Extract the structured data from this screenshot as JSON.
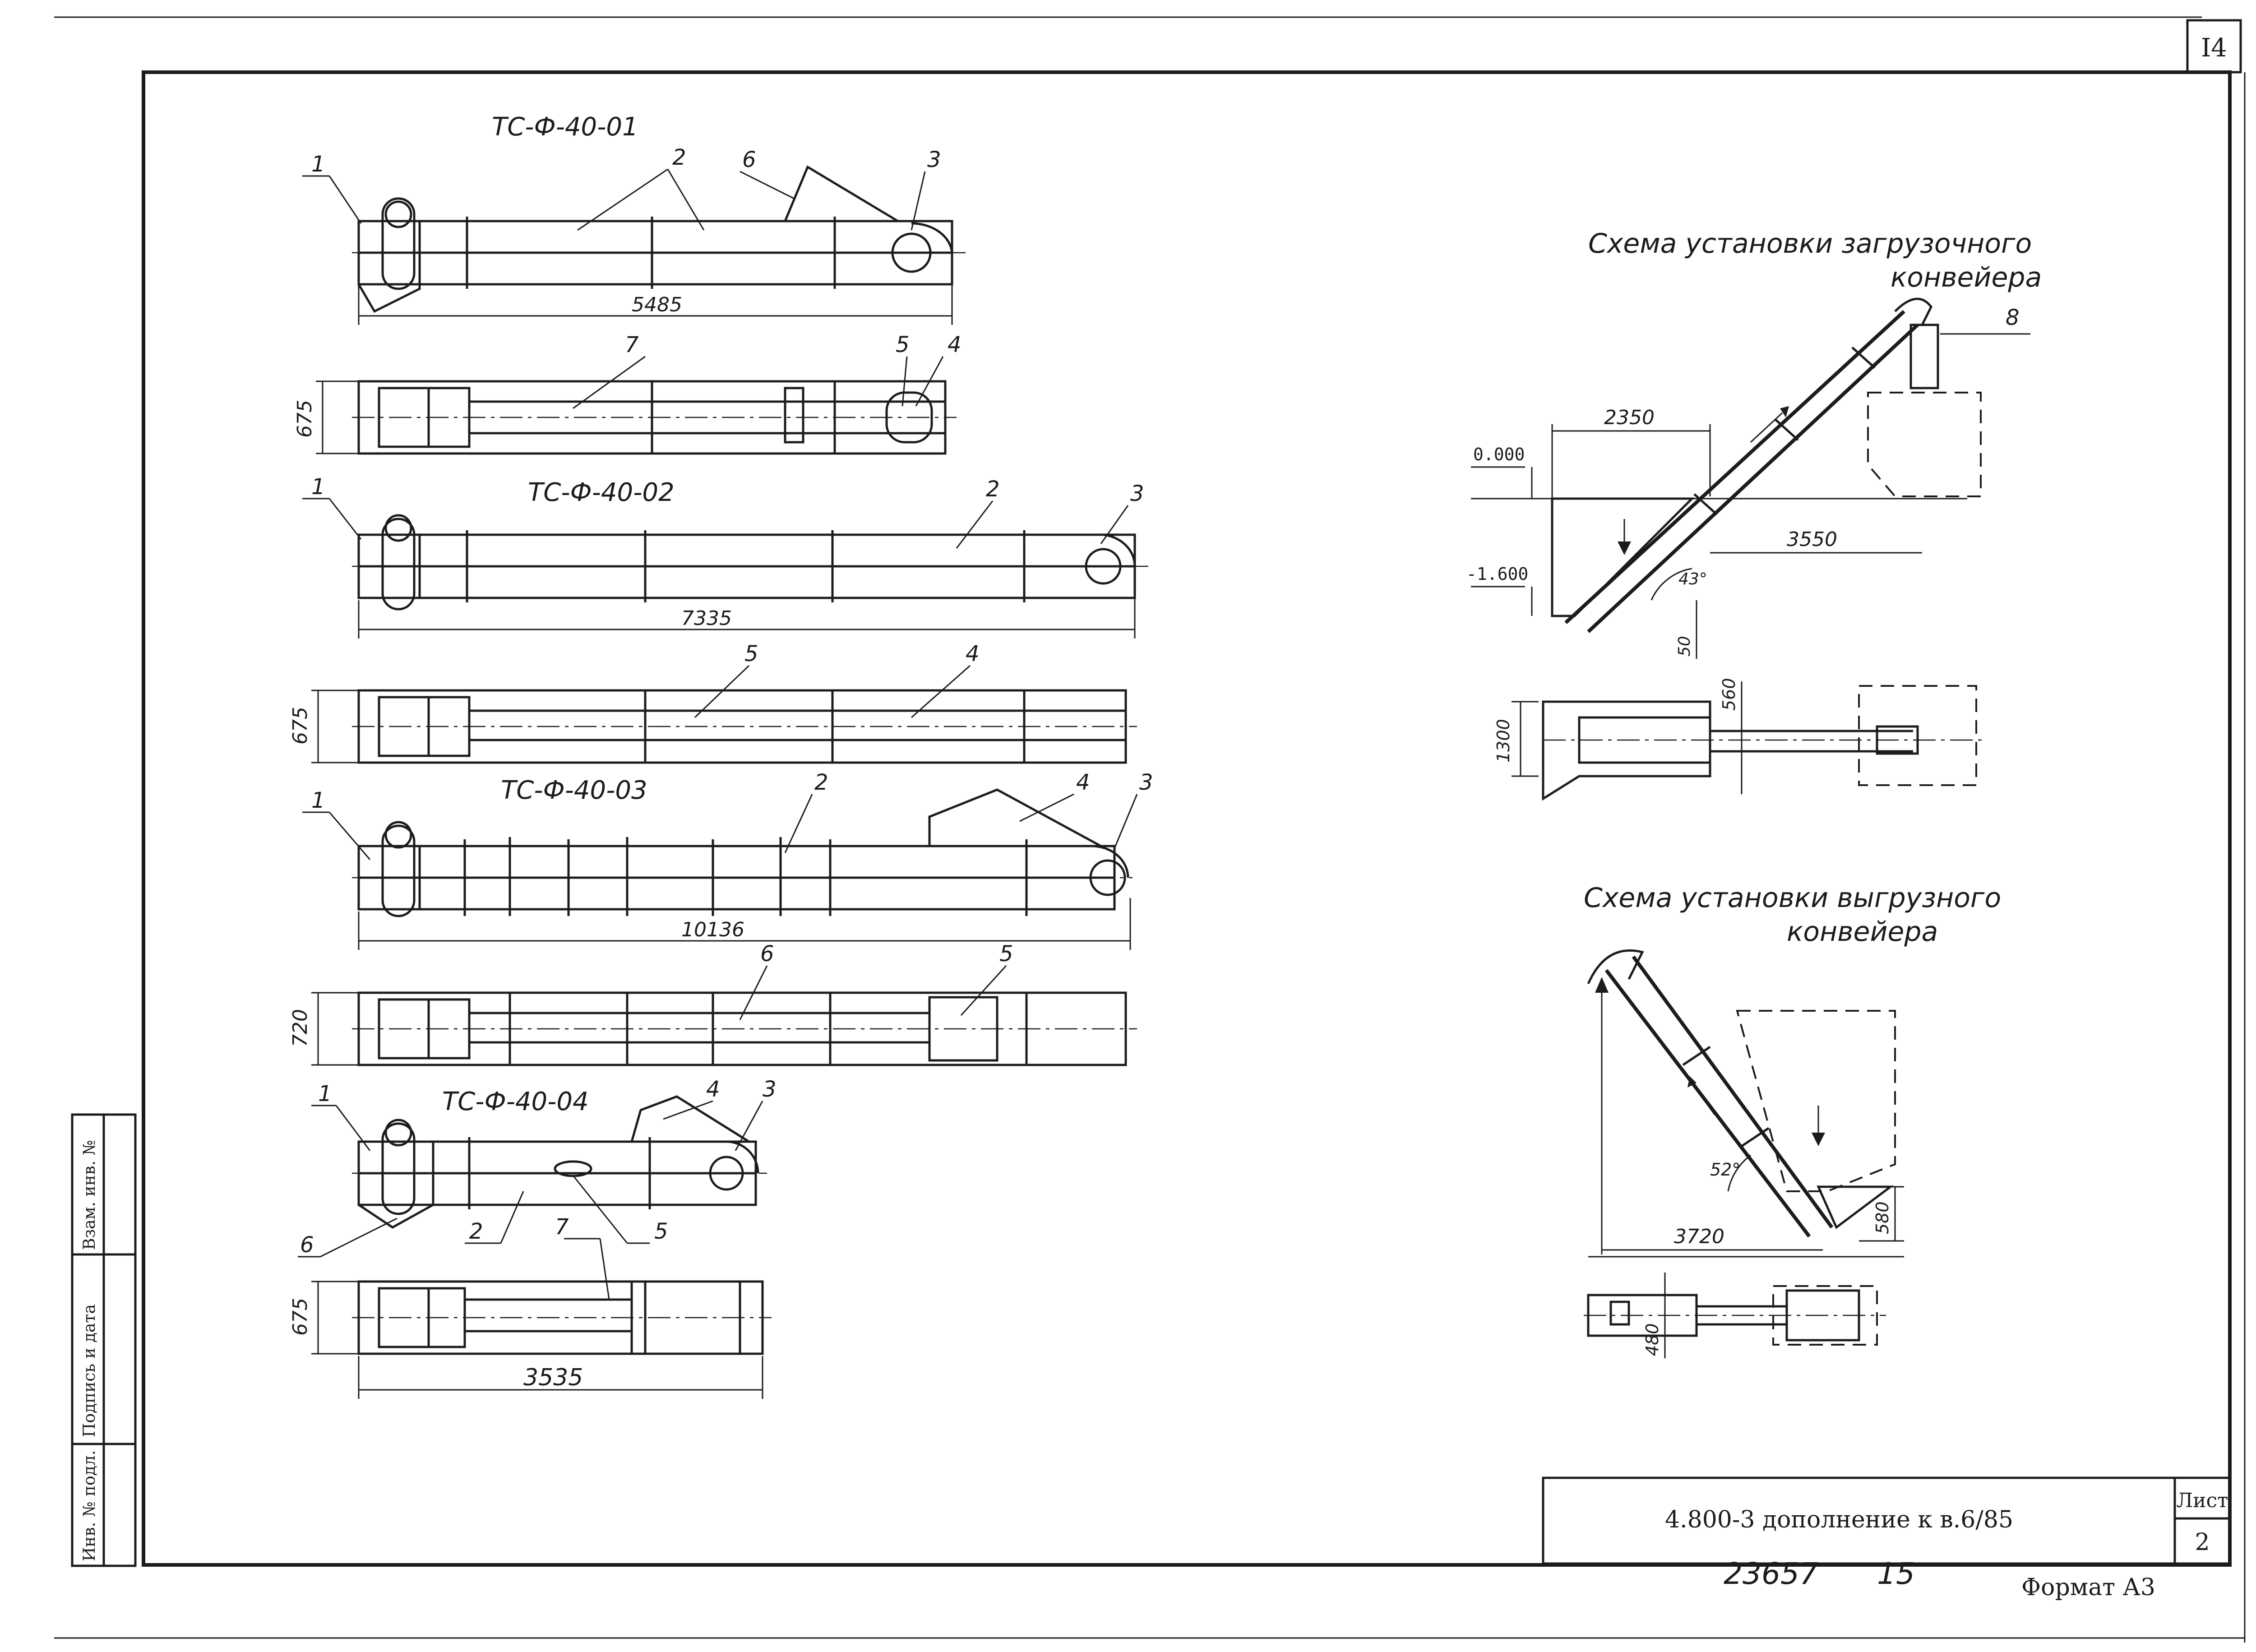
{
  "sheet": {
    "page_number": "I4",
    "title_block": {
      "designation": "4.800-3  дополнение к в.6/85",
      "sheet_label": "Лист",
      "sheet_number": "2"
    },
    "inventory_number": "23657",
    "copy_number": "15",
    "format": "Формат А3",
    "side_stamp": {
      "cell_1": "Инв. № подл.",
      "cell_2": "Подпись и дата",
      "cell_3": "Взам. инв. №"
    }
  },
  "conveyors": [
    {
      "name": "ТС-Ф-40-01",
      "length": "5485",
      "width": "675",
      "callouts_side": [
        "1",
        "2",
        "6",
        "3"
      ],
      "callouts_plan": [
        "7",
        "5",
        "4"
      ]
    },
    {
      "name": "ТС-Ф-40-02",
      "length": "7335",
      "width": "675",
      "callouts_side": [
        "1",
        "2",
        "3"
      ],
      "callouts_plan": [
        "5",
        "4"
      ]
    },
    {
      "name": "ТС-Ф-40-03",
      "length": "10136",
      "width": "720",
      "callouts_side": [
        "1",
        "2",
        "4",
        "3"
      ],
      "callouts_plan": [
        "6",
        "5"
      ]
    },
    {
      "name": "ТС-Ф-40-04",
      "length": "3535",
      "width": "675",
      "callouts_side": [
        "1",
        "4",
        "3",
        "6",
        "2",
        "5"
      ],
      "callouts_plan": [
        "7"
      ]
    }
  ],
  "loading_scheme": {
    "title_line1": "Схема установки загрузочного",
    "title_line2": "конвейера",
    "callout": "8",
    "dim_horizontal": "2350",
    "dim_distance": "3550",
    "level_top": "0.000",
    "level_bottom": "-1.600",
    "angle": "43°",
    "dim_small": "50",
    "plan_dim_a": "560",
    "plan_dim_b": "1300"
  },
  "unloading_scheme": {
    "title_line1": "Схема установки выгрузного",
    "title_line2": "конвейера",
    "angle": "52°",
    "dim_horizontal": "3720",
    "dim_height": "580",
    "plan_dim": "480"
  }
}
